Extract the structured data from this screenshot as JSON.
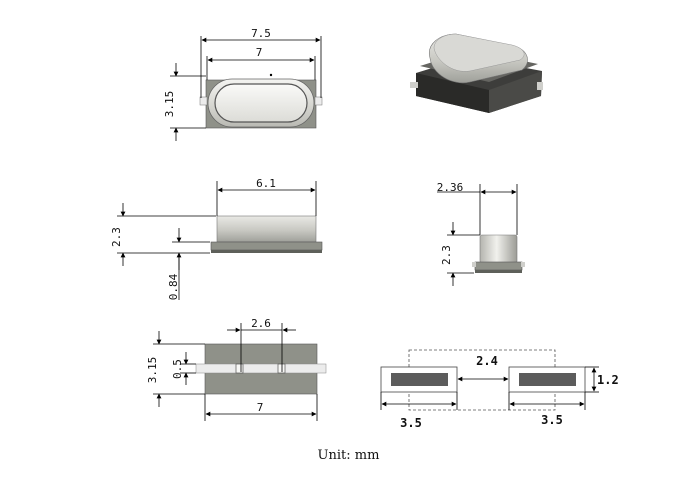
{
  "views": {
    "top": {
      "width_outer": "7.5",
      "width_inner": "7",
      "height": "3.15"
    },
    "side": {
      "length": "6.1",
      "height": "2.3",
      "base": "0.84"
    },
    "end": {
      "width": "2.36",
      "height": "2.3"
    },
    "bottom": {
      "pad_spacing": "2.6",
      "height": "3.15",
      "pad_width": "0.5",
      "length": "7"
    },
    "land_pattern": {
      "gap": "2.4",
      "pad_height": "1.2",
      "pad_left": "3.5",
      "pad_right": "3.5"
    }
  },
  "footer": {
    "unit_label": "Unit: mm"
  },
  "colors": {
    "body_metal": "#d8d8d4",
    "base": "#8f9189",
    "pad": "#5c5c5c",
    "lead": "#ececec"
  }
}
